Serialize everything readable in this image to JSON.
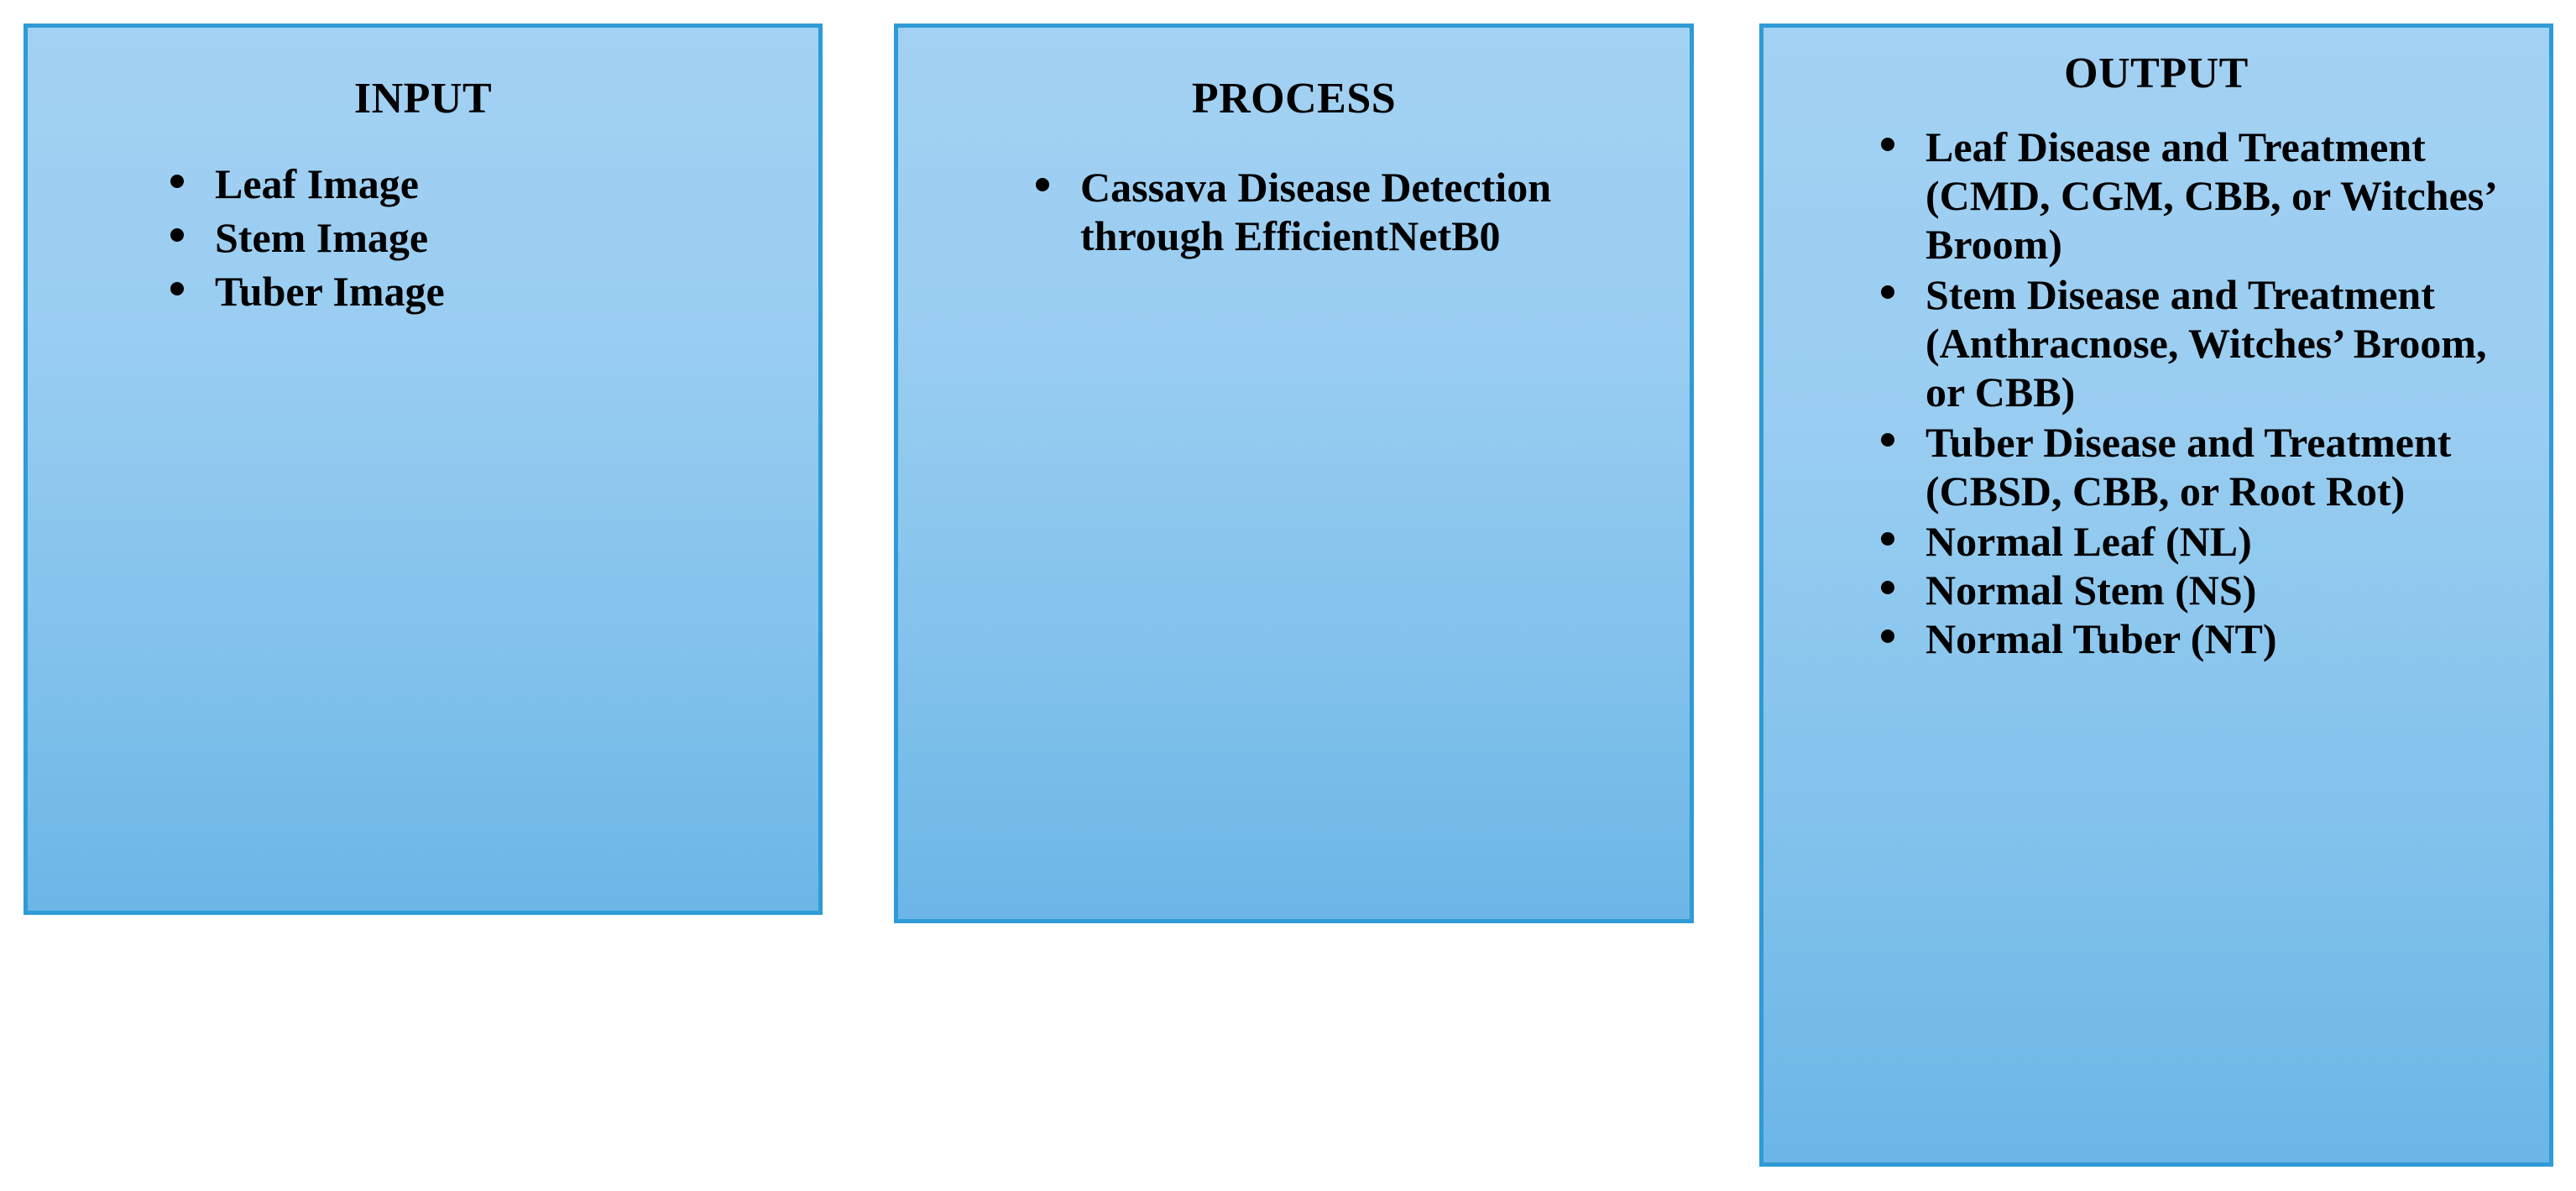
{
  "diagram": {
    "title": "Input Process Output Diagram",
    "background_color": "#FFFFFF",
    "box_fill_top": "#A3D1F3",
    "box_fill_bottom": "#6BB6E7",
    "box_border_color": "#2E9BD6",
    "text_color": "#000000",
    "bullet_glyph": "bullet-dot"
  },
  "boxes": [
    {
      "id": "input",
      "heading": "INPUT",
      "items": [
        "Leaf Image",
        "Stem Image",
        "Tuber Image"
      ]
    },
    {
      "id": "process",
      "heading": "PROCESS",
      "items": [
        "Cassava Disease Detection through EfficientNetB0"
      ]
    },
    {
      "id": "output",
      "heading": "OUTPUT",
      "items": [
        "Leaf Disease and Treatment (CMD, CGM, CBB, or Witches’ Broom)",
        "Stem Disease and Treatment (Anthracnose, Witches’ Broom, or CBB)",
        "Tuber Disease and Treatment (CBSD, CBB, or Root Rot)",
        "Normal Leaf (NL)",
        "Normal Stem (NS)",
        "Normal Tuber (NT)"
      ]
    }
  ]
}
